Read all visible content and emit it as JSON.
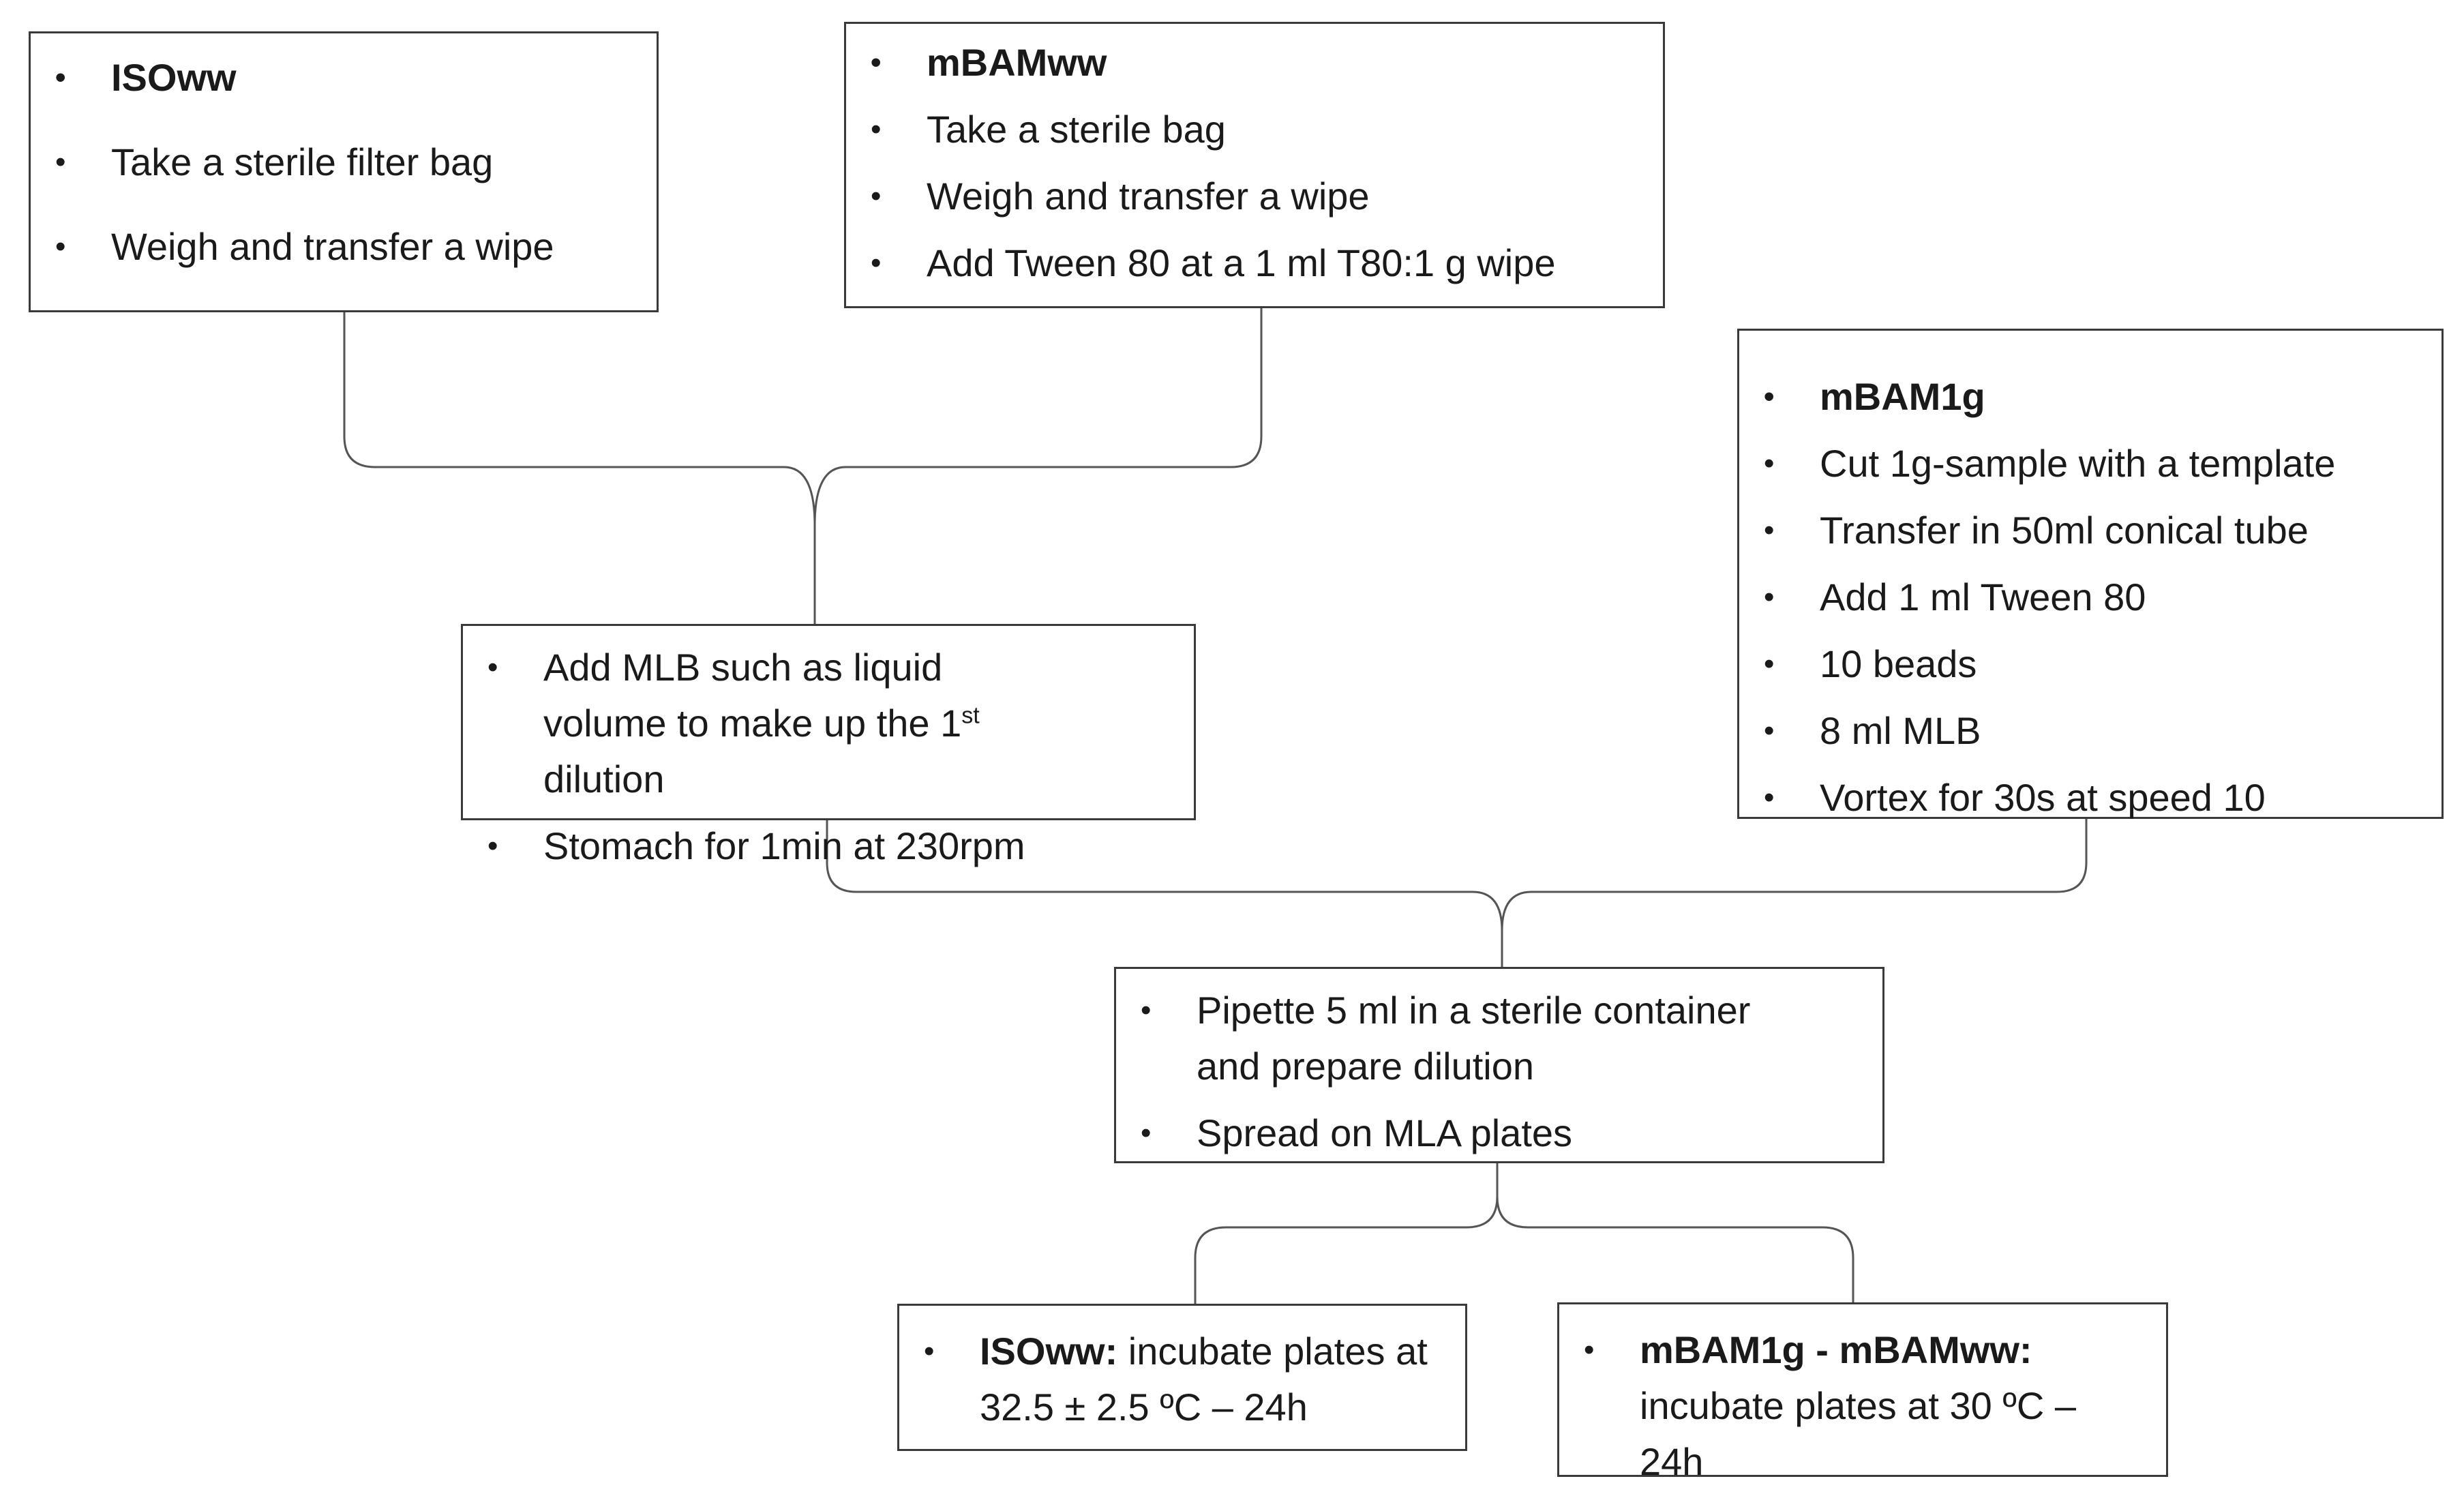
{
  "boxes": {
    "isoww": {
      "title": "ISOww",
      "steps": [
        "Take a sterile filter bag",
        "Weigh and transfer a wipe"
      ]
    },
    "mbamww": {
      "title": "mBAMww",
      "steps": [
        "Take a sterile bag",
        "Weigh and transfer a wipe",
        "Add Tween 80 at a 1 ml T80:1 g wipe"
      ]
    },
    "mbam1g": {
      "title": "mBAM1g",
      "steps": [
        "Cut 1g-sample with a template",
        "Transfer in 50ml conical tube",
        "Add 1 ml Tween 80",
        "10 beads",
        "8 ml MLB",
        "Vortex for 30s at speed 10"
      ]
    },
    "mlb": {
      "step1_a": "Add MLB such as liquid volume to make up the  1",
      "step1_sup": "st",
      "step1_b": " dilution",
      "step2": "Stomach for 1min at 230rpm"
    },
    "pipette": {
      "step1": "Pipette 5 ml in a sterile container and prepare dilution",
      "step2": "Spread on MLA plates"
    },
    "incubate_iso": {
      "label": "ISOww:",
      "text": " incubate plates at 32.5 ± 2.5 ºC – 24h"
    },
    "incubate_mbam": {
      "label": "mBAM1g - mBAMww:",
      "text": " incubate plates at 30 ºC – 24h"
    }
  }
}
